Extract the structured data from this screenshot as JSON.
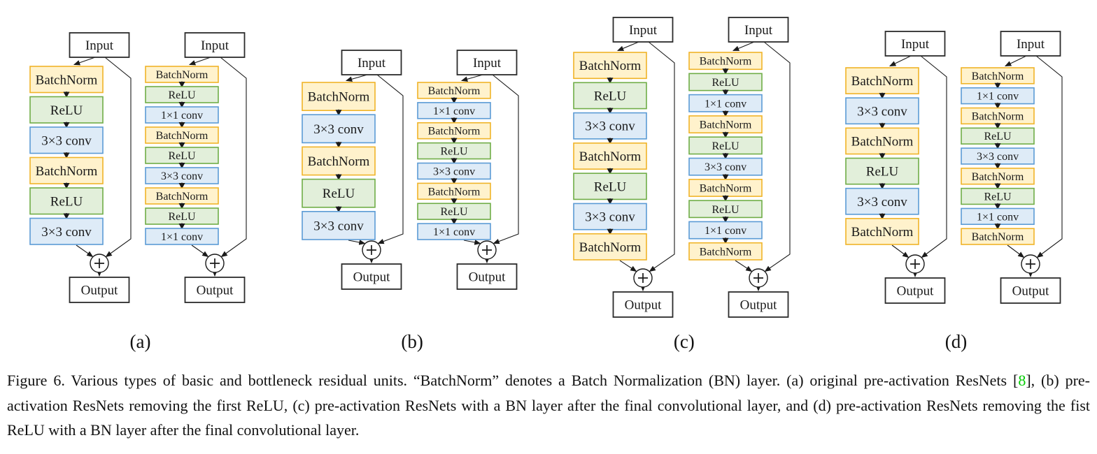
{
  "figure": {
    "io_labels": {
      "input": "Input",
      "output": "Output",
      "plus": "+"
    },
    "panels": [
      {
        "label": "(a)",
        "diagrams": [
          {
            "name": "basic",
            "layers": [
              {
                "type": "batchnorm",
                "label": "BatchNorm"
              },
              {
                "type": "relu",
                "label": "ReLU"
              },
              {
                "type": "conv",
                "label": "3×3 conv"
              },
              {
                "type": "batchnorm",
                "label": "BatchNorm"
              },
              {
                "type": "relu",
                "label": "ReLU"
              },
              {
                "type": "conv",
                "label": "3×3 conv"
              }
            ]
          },
          {
            "name": "bottleneck",
            "layers": [
              {
                "type": "batchnorm",
                "label": "BatchNorm"
              },
              {
                "type": "relu",
                "label": "ReLU"
              },
              {
                "type": "conv",
                "label": "1×1 conv"
              },
              {
                "type": "batchnorm",
                "label": "BatchNorm"
              },
              {
                "type": "relu",
                "label": "ReLU"
              },
              {
                "type": "conv",
                "label": "3×3 conv"
              },
              {
                "type": "batchnorm",
                "label": "BatchNorm"
              },
              {
                "type": "relu",
                "label": "ReLU"
              },
              {
                "type": "conv",
                "label": "1×1 conv"
              }
            ]
          }
        ]
      },
      {
        "label": "(b)",
        "diagrams": [
          {
            "name": "basic",
            "layers": [
              {
                "type": "batchnorm",
                "label": "BatchNorm"
              },
              {
                "type": "conv",
                "label": "3×3 conv"
              },
              {
                "type": "batchnorm",
                "label": "BatchNorm"
              },
              {
                "type": "relu",
                "label": "ReLU"
              },
              {
                "type": "conv",
                "label": "3×3 conv"
              }
            ]
          },
          {
            "name": "bottleneck",
            "layers": [
              {
                "type": "batchnorm",
                "label": "BatchNorm"
              },
              {
                "type": "conv",
                "label": "1×1 conv"
              },
              {
                "type": "batchnorm",
                "label": "BatchNorm"
              },
              {
                "type": "relu",
                "label": "ReLU"
              },
              {
                "type": "conv",
                "label": "3×3 conv"
              },
              {
                "type": "batchnorm",
                "label": "BatchNorm"
              },
              {
                "type": "relu",
                "label": "ReLU"
              },
              {
                "type": "conv",
                "label": "1×1 conv"
              }
            ]
          }
        ]
      },
      {
        "label": "(c)",
        "diagrams": [
          {
            "name": "basic",
            "layers": [
              {
                "type": "batchnorm",
                "label": "BatchNorm"
              },
              {
                "type": "relu",
                "label": "ReLU"
              },
              {
                "type": "conv",
                "label": "3×3 conv"
              },
              {
                "type": "batchnorm",
                "label": "BatchNorm"
              },
              {
                "type": "relu",
                "label": "ReLU"
              },
              {
                "type": "conv",
                "label": "3×3 conv"
              },
              {
                "type": "batchnorm",
                "label": "BatchNorm"
              }
            ]
          },
          {
            "name": "bottleneck",
            "layers": [
              {
                "type": "batchnorm",
                "label": "BatchNorm"
              },
              {
                "type": "relu",
                "label": "ReLU"
              },
              {
                "type": "conv",
                "label": "1×1 conv"
              },
              {
                "type": "batchnorm",
                "label": "BatchNorm"
              },
              {
                "type": "relu",
                "label": "ReLU"
              },
              {
                "type": "conv",
                "label": "3×3 conv"
              },
              {
                "type": "batchnorm",
                "label": "BatchNorm"
              },
              {
                "type": "relu",
                "label": "ReLU"
              },
              {
                "type": "conv",
                "label": "1×1 conv"
              },
              {
                "type": "batchnorm",
                "label": "BatchNorm"
              }
            ]
          }
        ]
      },
      {
        "label": "(d)",
        "diagrams": [
          {
            "name": "basic",
            "layers": [
              {
                "type": "batchnorm",
                "label": "BatchNorm"
              },
              {
                "type": "conv",
                "label": "3×3 conv"
              },
              {
                "type": "batchnorm",
                "label": "BatchNorm"
              },
              {
                "type": "relu",
                "label": "ReLU"
              },
              {
                "type": "conv",
                "label": "3×3 conv"
              },
              {
                "type": "batchnorm",
                "label": "BatchNorm"
              }
            ]
          },
          {
            "name": "bottleneck",
            "layers": [
              {
                "type": "batchnorm",
                "label": "BatchNorm"
              },
              {
                "type": "conv",
                "label": "1×1 conv"
              },
              {
                "type": "batchnorm",
                "label": "BatchNorm"
              },
              {
                "type": "relu",
                "label": "ReLU"
              },
              {
                "type": "conv",
                "label": "3×3 conv"
              },
              {
                "type": "batchnorm",
                "label": "BatchNorm"
              },
              {
                "type": "relu",
                "label": "ReLU"
              },
              {
                "type": "conv",
                "label": "1×1 conv"
              },
              {
                "type": "batchnorm",
                "label": "BatchNorm"
              }
            ]
          }
        ]
      }
    ]
  },
  "colors": {
    "batchnorm_fill": "#FFF2CC",
    "batchnorm_stroke": "#F0B428",
    "relu_fill": "#E2EFDA",
    "relu_stroke": "#70AD47",
    "conv_fill": "#DEEBF7",
    "conv_stroke": "#5B9BD5",
    "io_fill": "#FFFFFF",
    "io_stroke": "#2b2b2b",
    "line": "#1a1a1a",
    "citation_green": "#00CC00"
  },
  "caption": {
    "prefix": "Figure 6. Various types of basic and bottleneck residual units.  “BatchNorm” denotes a Batch Normalization (BN) layer.  (a) original pre-activation ResNets [",
    "citation": "8",
    "suffix": "], (b) pre-activation ResNets removing the first ReLU, (c) pre-activation ResNets with a BN layer after the final convolutional layer, and (d) pre-activation ResNets removing the fist ReLU with a BN layer after the final convolutional layer."
  }
}
